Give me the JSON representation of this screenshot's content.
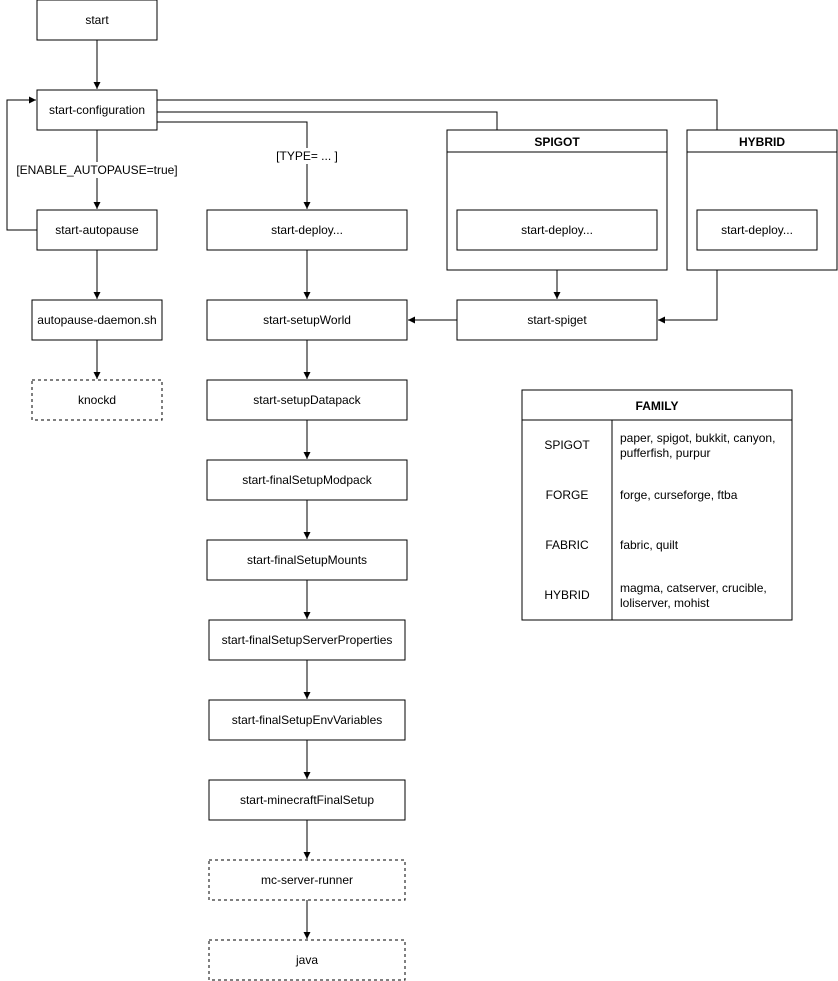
{
  "nodes": {
    "start": "start",
    "start_configuration": "start-configuration",
    "start_autopause": "start-autopause",
    "autopause_daemon": "autopause-daemon.sh",
    "knockd": "knockd",
    "start_deploy": "start-deploy...",
    "start_setup_world": "start-setupWorld",
    "start_setup_datapack": "start-setupDatapack",
    "start_final_setup_modpack": "start-finalSetupModpack",
    "start_final_setup_mounts": "start-finalSetupMounts",
    "start_final_setup_server_properties": "start-finalSetupServerProperties",
    "start_final_setup_env_variables": "start-finalSetupEnvVariables",
    "start_minecraft_final_setup": "start-minecraftFinalSetup",
    "mc_server_runner": "mc-server-runner",
    "java": "java",
    "start_spiget": "start-spiget"
  },
  "groups": {
    "spigot": {
      "title": "SPIGOT",
      "child": "start-deploy..."
    },
    "hybrid": {
      "title": "HYBRID",
      "child": "start-deploy..."
    }
  },
  "edge_labels": {
    "autopause_condition": "[ENABLE_AUTOPAUSE=true]",
    "type_condition": "[TYPE= ... ]"
  },
  "family_table": {
    "title": "FAMILY",
    "rows": [
      {
        "family": "SPIGOT",
        "line1": "paper, spigot, bukkit, canyon,",
        "line2": "pufferfish, purpur"
      },
      {
        "family": "FORGE",
        "line1": "forge, curseforge, ftba",
        "line2": ""
      },
      {
        "family": "FABRIC",
        "line1": "fabric, quilt",
        "line2": ""
      },
      {
        "family": "HYBRID",
        "line1": "magma, catserver, crucible,",
        "line2": "loliserver, mohist"
      }
    ]
  }
}
